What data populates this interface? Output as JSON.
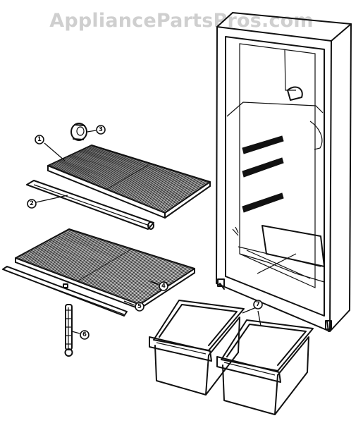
{
  "watermark": "AppliancePartsPros.com",
  "callouts": [
    {
      "id": "1",
      "label": "1"
    },
    {
      "id": "2",
      "label": "2"
    },
    {
      "id": "3",
      "label": "3"
    },
    {
      "id": "4",
      "label": "4"
    },
    {
      "id": "5",
      "label": "5"
    },
    {
      "id": "6",
      "label": "6"
    },
    {
      "id": "7",
      "label": "7"
    }
  ]
}
